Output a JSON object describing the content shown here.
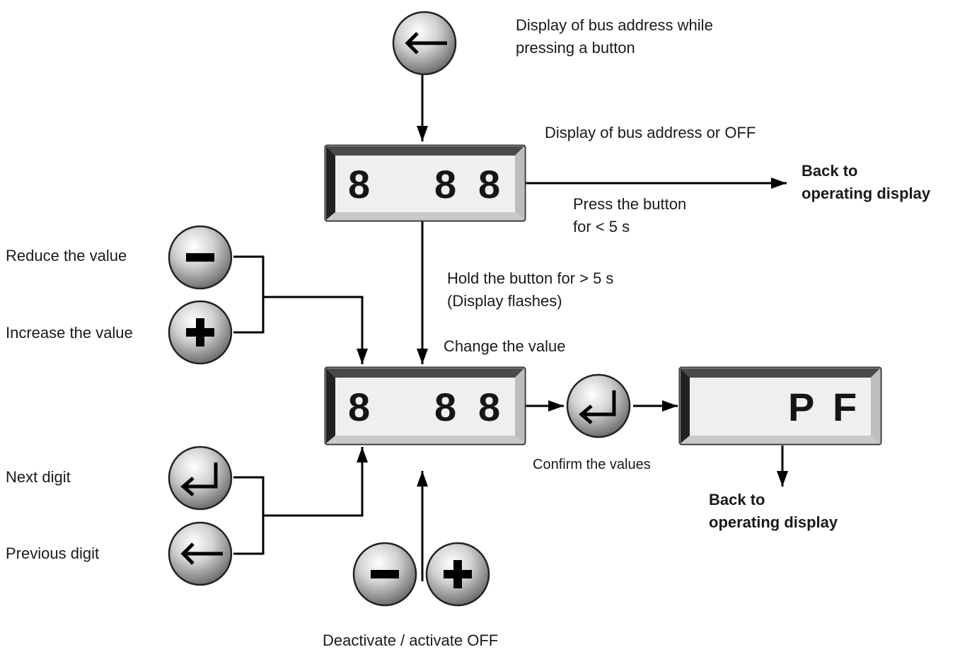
{
  "labels": {
    "display_on_press": "Display of bus address while\npressing a button",
    "display_or_off": "Display of bus address or OFF",
    "back_to_operating_1": "Back to\noperating display",
    "press_short": "Press the button\nfor < 5 s",
    "hold_long": "Hold the button for > 5 s\n(Display flashes)",
    "change_value": "Change the value",
    "reduce_value": "Reduce the value",
    "increase_value": "Increase the value",
    "next_digit": "Next digit",
    "previous_digit": "Previous digit",
    "confirm_values": "Confirm the values",
    "back_to_operating_2": "Back to\noperating display",
    "deactivate_activate": "Deactivate / activate OFF"
  },
  "displays": {
    "top": {
      "d1": "8",
      "d2": "8",
      "d3": "8"
    },
    "middle": {
      "d1": "8",
      "d2": "8",
      "d3": "8"
    },
    "result": {
      "d1": "P",
      "d2": "F"
    }
  },
  "icons": {
    "back_button": "arrow-left-icon",
    "minus_button": "minus-icon",
    "plus_button": "plus-icon",
    "enter_button": "enter-return-icon"
  }
}
